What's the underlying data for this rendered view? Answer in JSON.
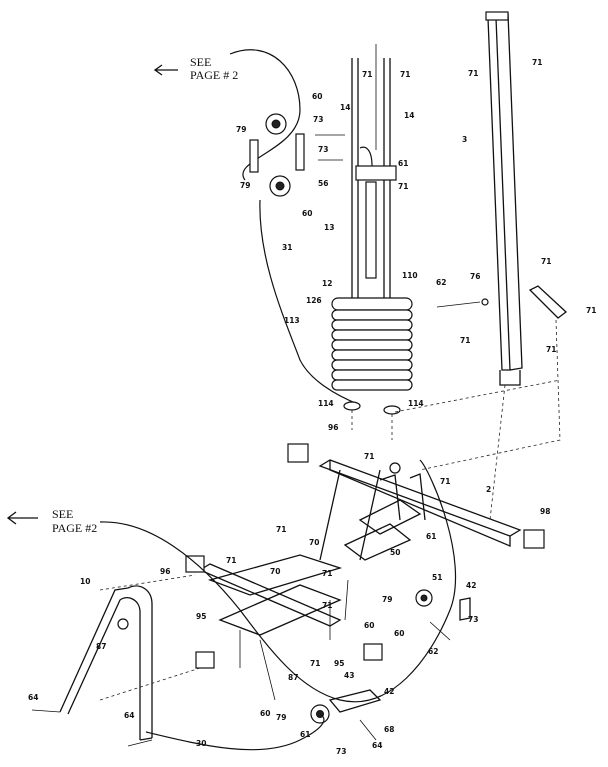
{
  "references": [
    {
      "id": "top",
      "line1": "SEE",
      "line2": "PAGE # 2"
    },
    {
      "id": "left",
      "line1": "SEE",
      "line2": "PAGE #2"
    }
  ],
  "callouts": {
    "c60a": "60",
    "c79a": "79",
    "c73a": "73",
    "c73b": "73",
    "c79b": "79",
    "c60b": "60",
    "c14a": "14",
    "c14b": "14",
    "c71a": "71",
    "c71b": "71",
    "c61": "61",
    "c56": "56",
    "c71c": "71",
    "c13": "13",
    "c31": "31",
    "c110": "110",
    "c12": "12",
    "c126": "126",
    "c113": "113",
    "c114a": "114",
    "c114b": "114",
    "c3": "3",
    "c71d": "71",
    "c71e": "71",
    "c71f": "71",
    "c62a": "62",
    "c76": "76",
    "c71g": "71",
    "c71h": "71",
    "c71i": "71",
    "c96a": "96",
    "c71j": "71",
    "c71k": "71",
    "c2": "2",
    "c98": "98",
    "c71l": "71",
    "c70a": "70",
    "c71m": "71",
    "c70b": "70",
    "c71n": "71",
    "c96b": "96",
    "c61b": "61",
    "c50": "50",
    "c79c": "79",
    "c51": "51",
    "c42a": "42",
    "c73c": "73",
    "c10": "10",
    "c87a": "87",
    "c95a": "95",
    "c71o": "71",
    "c60c": "60",
    "c62b": "62",
    "c60d": "60",
    "c95b": "95",
    "c71p": "71",
    "c43a": "43",
    "c87b": "87",
    "c42b": "42",
    "c64a": "64",
    "c64b": "64",
    "c60e": "60",
    "c79d": "79",
    "c61c": "61",
    "c68": "68",
    "c73d": "73",
    "c64c": "64",
    "c30": "30"
  }
}
